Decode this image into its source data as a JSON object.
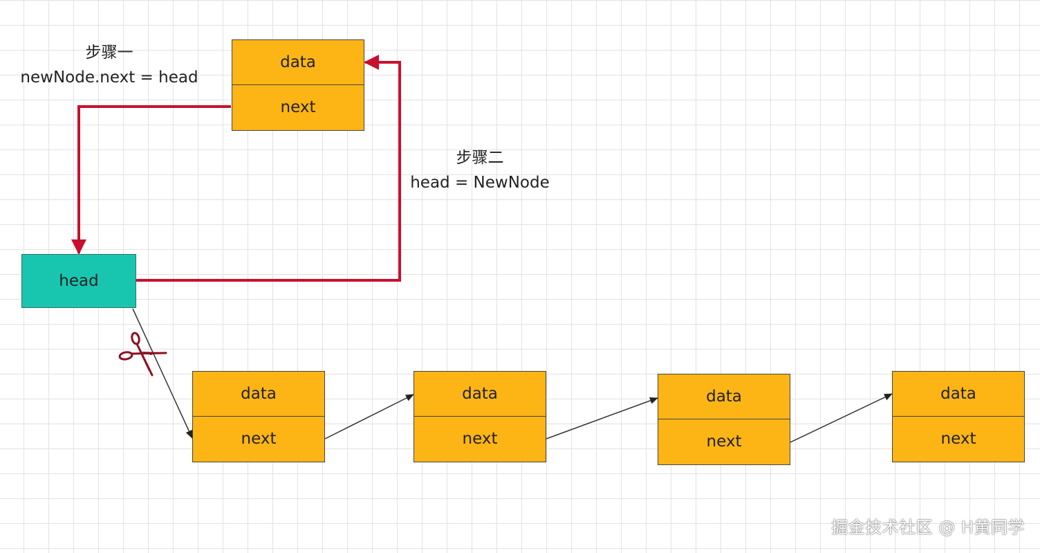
{
  "annotations": {
    "step1": {
      "title": "步骤一",
      "code": "newNode.next = head"
    },
    "step2": {
      "title": "步骤二",
      "code": "head = NewNode"
    }
  },
  "new_node": {
    "data_label": "data",
    "next_label": "next"
  },
  "head_label": "head",
  "list_nodes": [
    {
      "data_label": "data",
      "next_label": "next"
    },
    {
      "data_label": "data",
      "next_label": "next"
    },
    {
      "data_label": "data",
      "next_label": "next"
    },
    {
      "data_label": "data",
      "next_label": "next"
    }
  ],
  "watermark": "掘金技术社区 @ H黄同学",
  "colors": {
    "node_fill": "#fdb515",
    "head_fill": "#18c6b0",
    "step_arrow": "#c8102e",
    "link_arrow": "#333333",
    "scissors": "#8a1020"
  },
  "icons": {
    "cut": "scissors-icon"
  }
}
